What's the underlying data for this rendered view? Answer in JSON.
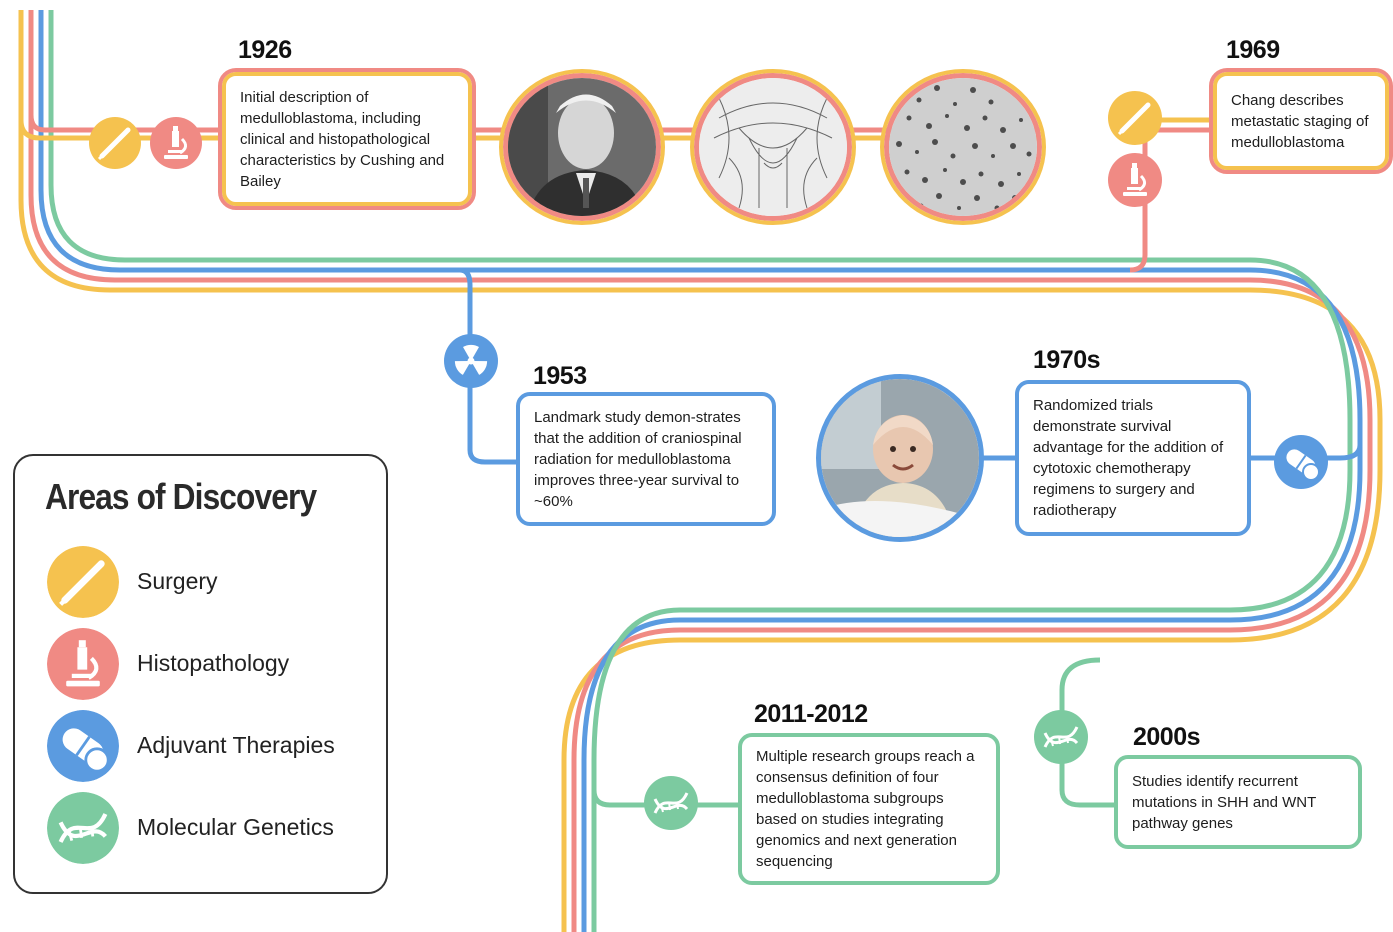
{
  "colors": {
    "surgery": "#f5c24f",
    "histopathology": "#f08a84",
    "adjuvant": "#5b9be0",
    "molecular": "#7ccaa0"
  },
  "events": {
    "e1926": {
      "year": "1926",
      "text": "Initial description of medulloblastoma, including clinical and histopathological characteristics by Cushing and Bailey"
    },
    "e1969": {
      "year": "1969",
      "text": "Chang describes metastatic staging of medulloblastoma"
    },
    "e1953": {
      "year": "1953",
      "text": "Landmark study demon-strates that the addition of craniospinal radiation for medulloblastoma improves three-year survival to ~60%"
    },
    "e1970s": {
      "year": "1970s",
      "text": "Randomized trials demonstrate survival advantage for the addition of cytotoxic chemotherapy regimens to surgery and radiotherapy"
    },
    "e2011": {
      "year": "2011-2012",
      "text": "Multiple research groups reach a consensus definition of four medulloblastoma subgroups based on studies integrating genomics and next generation sequencing"
    },
    "e2000s": {
      "year": "2000s",
      "text": "Studies identify recurrent mutations in SHH and WNT pathway genes"
    }
  },
  "legend": {
    "title": "Areas of Discovery",
    "items": [
      {
        "label": "Surgery",
        "icon": "scalpel-icon",
        "color": "#f5c24f"
      },
      {
        "label": "Histopathology",
        "icon": "microscope-icon",
        "color": "#f08a84"
      },
      {
        "label": "Adjuvant Therapies",
        "icon": "pill-icon",
        "color": "#5b9be0"
      },
      {
        "label": "Molecular Genetics",
        "icon": "dna-icon",
        "color": "#7ccaa0"
      }
    ]
  }
}
